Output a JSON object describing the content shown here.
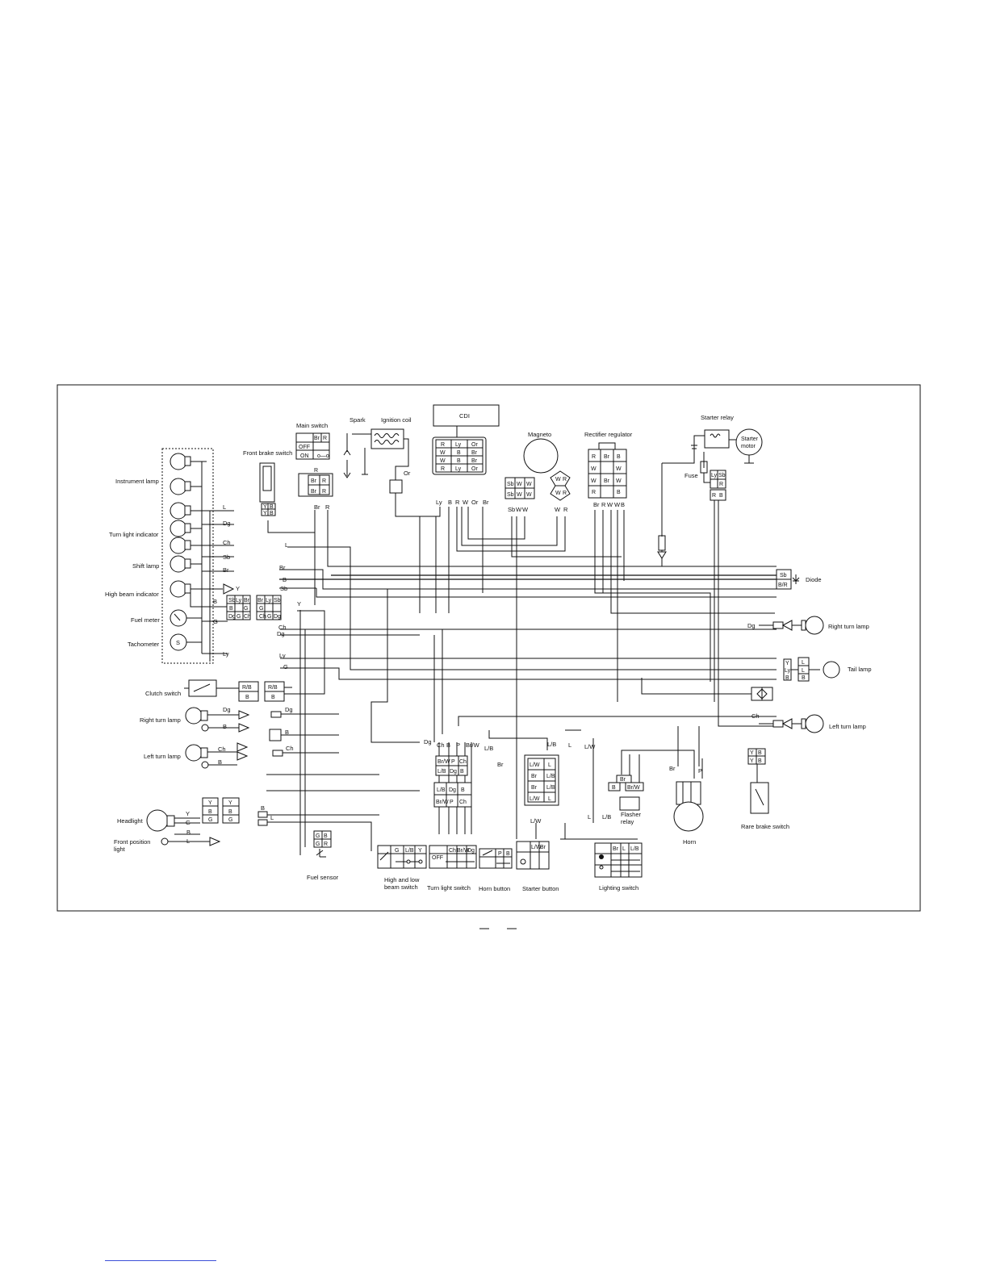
{
  "components": {
    "main_switch": "Main switch",
    "main_switch_states": [
      "OFF",
      "ON"
    ],
    "spark": "Spark",
    "ignition_coil": "Ignition coil",
    "cdi": "CDI",
    "magneto": "Magneto",
    "rectifier_regulator": "Rectifier regulator",
    "starter_relay": "Starter relay",
    "starter_motor": "Starter\nmotor",
    "front_brake_switch": "Front brake switch",
    "fuse": "Fuse",
    "diode": "Diode",
    "instrument_lamp": "Instrument lamp",
    "turn_light_indicator": "Turn light indicator",
    "shift_lamp": "Shift lamp",
    "high_beam_indicator": "High beam indicator",
    "fuel_meter": "Fuel meter",
    "tachometer": "Tachometer",
    "tachometer_symbol": "S",
    "clutch_switch": "Clutch switch",
    "right_turn_lamp_front": "Right turn lamp",
    "left_turn_lamp_front": "Left turn lamp",
    "headlight": "Headlight",
    "front_position_light": "Front position\nlight",
    "fuel_sensor": "Fuel sensor",
    "high_low_beam_switch": "High and low\nbeam switch",
    "turn_light_switch": "Turn light switch",
    "horn_button": "Horn button",
    "starter_button": "Starter button",
    "lighting_switch": "Lighting switch",
    "flasher_relay": "Flasher\nrelay",
    "horn": "Horn",
    "rare_brake_switch": "Rare brake switch",
    "right_turn_lamp_rear": "Right turn lamp",
    "tail_lamp": "Tail lamp",
    "left_turn_lamp_rear": "Left turn lamp"
  },
  "wire_labels": {
    "instrument_left": [
      "L",
      "Dg",
      "Ch",
      "Sb",
      "Br",
      "B",
      "G",
      "Ly"
    ],
    "arrow_y": "Y",
    "front_brake_bottom": [
      "Br",
      "R"
    ],
    "cdi_bottom": [
      "Ly",
      "B",
      "R",
      "W",
      "Or",
      "Br"
    ],
    "coil_or": "Or",
    "magneto_bottom": [
      "Sb",
      "W",
      "W"
    ],
    "magneto_right_bottom": [
      "W",
      "R"
    ],
    "rect_bottom": [
      "Br",
      "R",
      "W",
      "W",
      "B"
    ],
    "main_bus": [
      "L",
      "Br",
      "B",
      "Sb",
      "Y",
      "Ch",
      "Dg",
      "Ly",
      "G"
    ],
    "clutch_front": [
      "Dg",
      "B",
      "Ch",
      "B"
    ],
    "headlight": [
      "Y",
      "G",
      "B",
      "L"
    ],
    "right_bottom": [
      "Dg",
      "Ch"
    ],
    "switch_area": [
      "Dg",
      "Ch",
      "B",
      "P",
      "Br/W",
      "L/B",
      "L",
      "L/W",
      "L/B",
      "Br",
      "L/W",
      "L",
      "L/B",
      "Br",
      "P"
    ]
  },
  "connectors": {
    "main_switch": [
      "Br",
      "R",
      "OFF",
      "ON"
    ],
    "cdi_grid": [
      [
        "R",
        "Ly",
        "Or"
      ],
      [
        "W",
        "B",
        "Br"
      ],
      [
        "W",
        "B",
        "Br"
      ],
      [
        "R",
        "Ly",
        "Or"
      ]
    ],
    "rect_grid": [
      [
        "R",
        "Br",
        "B"
      ],
      [
        "W",
        "",
        "W"
      ],
      [
        "W",
        "Br",
        "W"
      ],
      [
        "R",
        "",
        "B"
      ]
    ],
    "magneto_plug": [
      [
        "Sb",
        "W",
        "W"
      ],
      [
        "Sb",
        "W",
        "W"
      ]
    ],
    "magneto_round": [
      "W",
      "R",
      "W",
      "R"
    ],
    "front_brake_plug": [
      "Br",
      "R",
      "Br",
      "R",
      "R"
    ],
    "front_brake_switch_plug": [
      "Y",
      "B",
      "Y",
      "B"
    ],
    "instr_plug1": [
      "Sb",
      "Ly",
      "Br",
      "B",
      "B",
      "G",
      "Dg",
      "G",
      "Ch"
    ],
    "instr_plug2": [
      "Br",
      "Ly",
      "Sb",
      "G",
      "G",
      "Ch",
      "G",
      "Dg"
    ],
    "clutch_plug1": [
      "R/B",
      "B"
    ],
    "clutch_plug2": [
      "R/B",
      "B"
    ],
    "headlight_plug1": [
      "Y",
      "B",
      "G"
    ],
    "headlight_plug2": [
      "Y",
      "B",
      "G"
    ],
    "fuel_plug": [
      "G",
      "B",
      "G",
      "R"
    ],
    "starter_relay_plug": [
      "Ly",
      "Sb",
      "R",
      "R",
      "B"
    ],
    "diode_plug": [
      "Sb",
      "B/R"
    ],
    "tail_plug": [
      "Y",
      "L",
      "Ly",
      "L",
      "B",
      "B"
    ],
    "rear_left_plug": [
      "Y",
      "B",
      "Y",
      "B"
    ],
    "sw_plug1": [
      "Br/W",
      "P",
      "Ch",
      "L/B",
      "Dg",
      "B"
    ],
    "sw_plug2": [
      "L/B",
      "Dg",
      "B",
      "Br/W",
      "P",
      "Ch"
    ],
    "mid_plug": [
      "L/W",
      "L",
      "Br",
      "L/B",
      "Br",
      "L/B",
      "L/W",
      "L"
    ],
    "flasher_plug": [
      "Br",
      "B",
      "Br/W"
    ],
    "hl_switch": [
      "G",
      "L/B",
      "Y"
    ],
    "turn_switch": [
      "Ch",
      "Br/W",
      "Dg",
      "OFF"
    ],
    "horn_switch": [
      "P",
      "B"
    ],
    "starter_switch": [
      "L/W",
      "Br"
    ],
    "lighting_switch": [
      "Br",
      "L",
      "L/B"
    ]
  }
}
